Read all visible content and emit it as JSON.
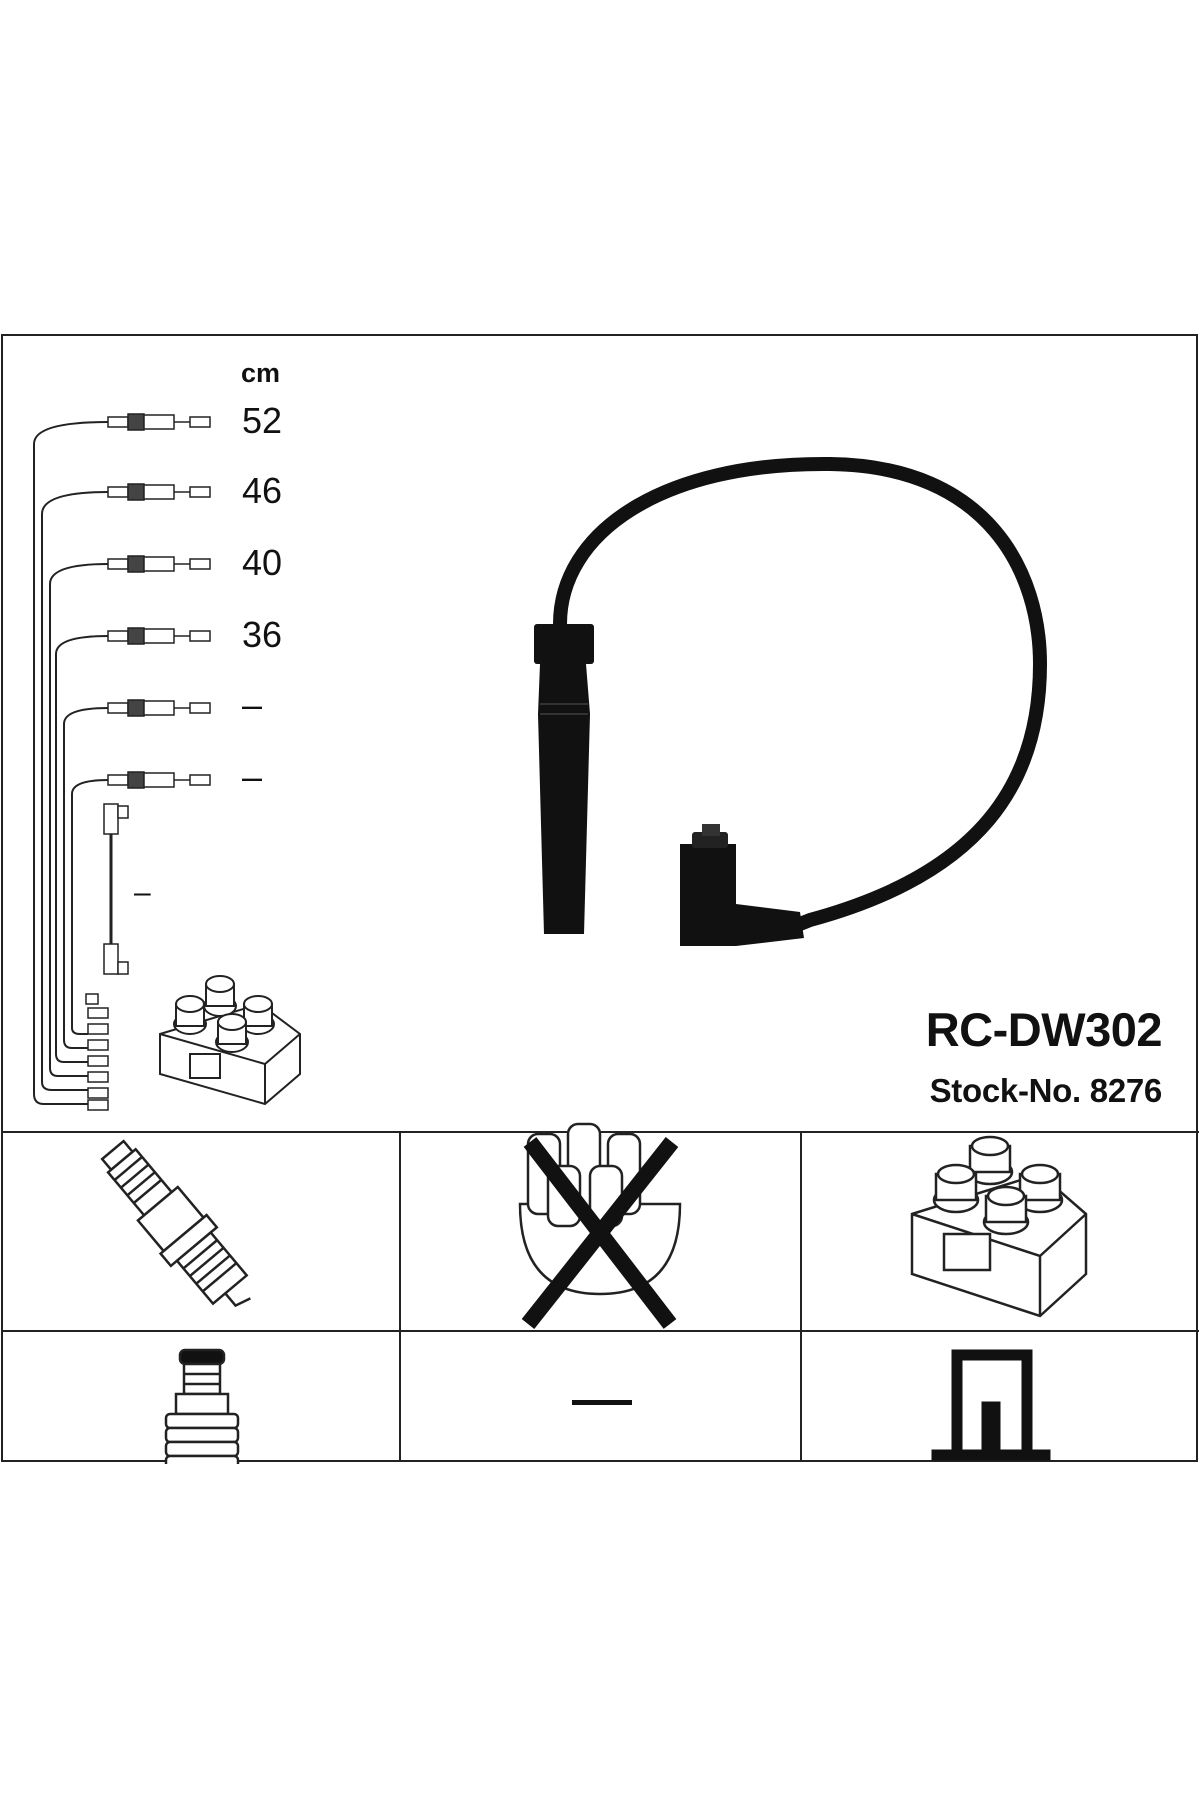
{
  "header": {
    "unit": "cm"
  },
  "leads": [
    {
      "length": "52"
    },
    {
      "length": "46"
    },
    {
      "length": "40"
    },
    {
      "length": "36"
    },
    {
      "length": "–"
    },
    {
      "length": "–"
    }
  ],
  "coil_lead": {
    "length": "–"
  },
  "product": {
    "model": "RC-DW302",
    "stock": "Stock-No. 8276"
  },
  "grid": {
    "bottom_middle": "—"
  },
  "icons": {
    "wire": "ignition-cable-icon",
    "spark_plug": "spark-plug-icon",
    "distributor": "distributor-cap-crossed-icon",
    "coil": "ignition-coil-icon",
    "plug_boot": "plug-boot-icon",
    "terminal": "coil-terminal-icon"
  }
}
